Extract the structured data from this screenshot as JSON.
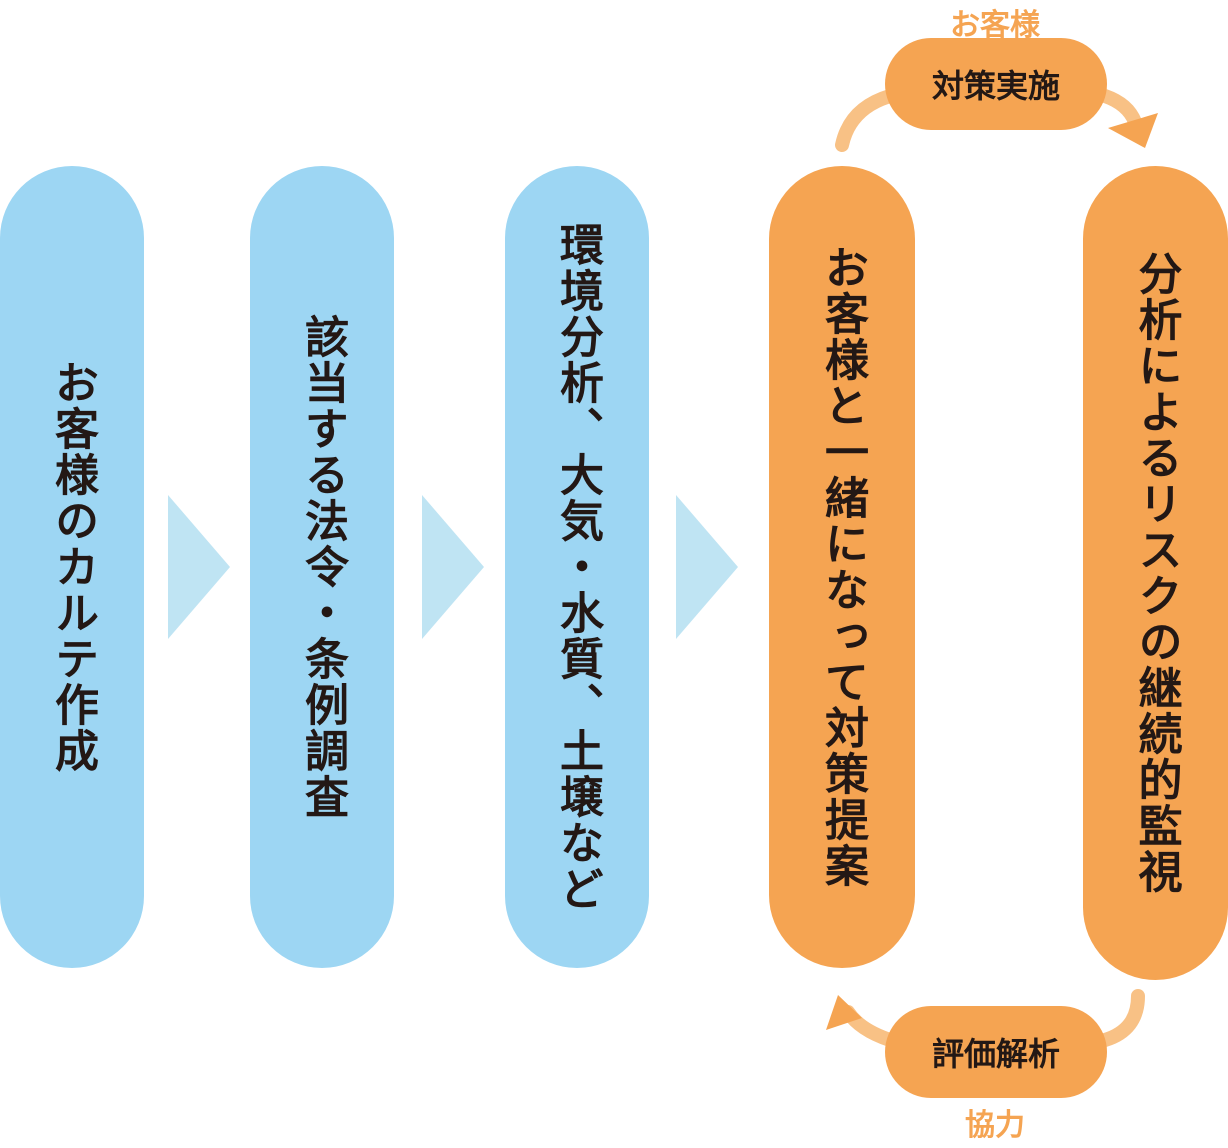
{
  "steps": [
    {
      "label": "お客様のカルテ作成",
      "color": "#9dd6f3"
    },
    {
      "label": "該当する法令・条例調査",
      "color": "#9dd6f3"
    },
    {
      "label": "環境分析、大気・水質、土壌など",
      "color": "#9dd6f3"
    },
    {
      "label": "お客様と一緒になって対策提案",
      "color": "#f5a452"
    },
    {
      "label": "分析によるリスクの継続的監視",
      "color": "#f5a452"
    }
  ],
  "cycle": {
    "top_label": "対策実施",
    "top_tag": "お客様",
    "bottom_label": "評価解析",
    "bottom_tag": "協力"
  },
  "colors": {
    "blue": "#9dd6f3",
    "orange": "#f5a452",
    "chevron": "#bfe4f3",
    "text": "#231815"
  }
}
